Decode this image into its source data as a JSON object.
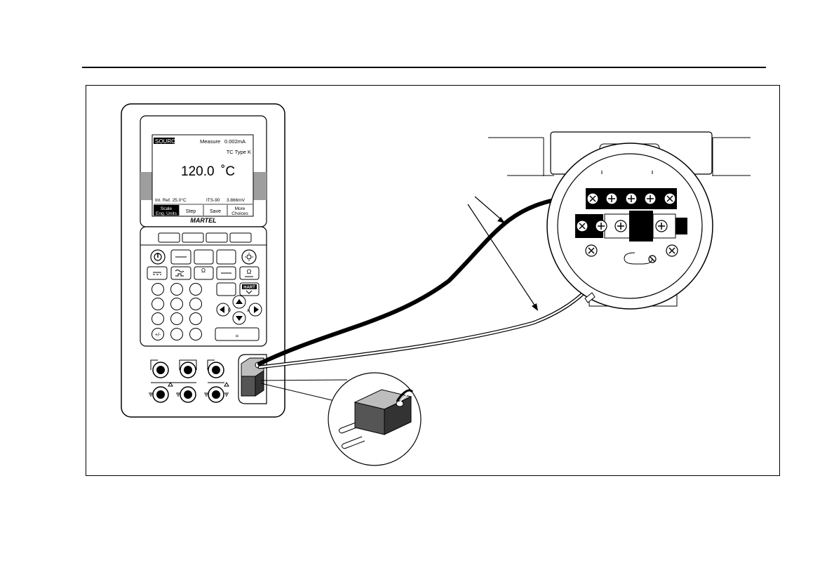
{
  "screen": {
    "mode_tag": "SOURCE",
    "measure_label": "Measure",
    "measure_value": "0.002mA",
    "tc_type": "TC  Type  K",
    "main_value": "120.0",
    "main_unit": "˚C",
    "int_ref": "Int. Ref.   25.0°C",
    "its": "ITS-90",
    "mv_value": "3.866mV",
    "softkeys": [
      {
        "line1": "Scale",
        "line2": "Eng. Units"
      },
      {
        "line1": "Step",
        "line2": ""
      },
      {
        "line1": "Save",
        "line2": ""
      },
      {
        "line1": "More",
        "line2": "Choices"
      }
    ]
  },
  "brand": {
    "logo": "MARTEL"
  },
  "keypad": {
    "plus_minus": "+/-",
    "equals": "=",
    "hart": "HART",
    "zero_sym": "0",
    "x_sym": "x"
  },
  "colors": {
    "ink": "#000000",
    "screen_band": "#9e9e9e",
    "paper": "#ffffff"
  },
  "icons": [
    "power-icon",
    "backlight-icon",
    "dc-icon",
    "ac-icon",
    "resistance-icon",
    "ohm-source-icon",
    "arrow-left-icon",
    "arrow-right-icon",
    "arrow-up-icon",
    "arrow-down-icon",
    "ground-icon",
    "warning-icon"
  ]
}
